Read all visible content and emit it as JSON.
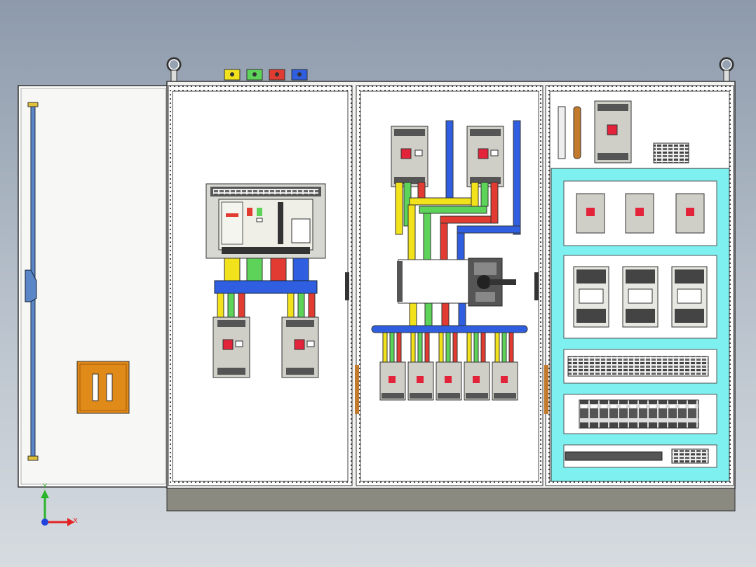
{
  "colors": {
    "background_top": "#8d9aab",
    "background_bottom": "#d6dbe0",
    "cabinet_body": "#ffffff",
    "cabinet_frame": "#555555",
    "plinth": "#8a8a80",
    "door_panel": "#e8e8e4",
    "handle": "#5b86c7",
    "lock": "#e08a1a",
    "phase_a": "#f2e21c",
    "phase_b": "#5ed35a",
    "phase_c": "#e23b32",
    "neutral": "#2f5fe0",
    "breaker_grey": "#cfcfc8",
    "breaker_red": "#e2233a",
    "rail_cyan": "#7ff0f0"
  },
  "lifting_eyes": [
    "lifting-eye-left",
    "lifting-eye-right"
  ],
  "bus_markers": [
    {
      "name": "marker-phase-a",
      "color": "#f2e21c"
    },
    {
      "name": "marker-phase-b",
      "color": "#5ed35a"
    },
    {
      "name": "marker-phase-c",
      "color": "#e23b32"
    },
    {
      "name": "marker-neutral",
      "color": "#2f5fe0"
    }
  ],
  "axis_triad": {
    "x_label": "X",
    "y_label": "Y"
  },
  "sections": [
    "open-door",
    "incoming-section",
    "distribution-section",
    "control-section"
  ]
}
